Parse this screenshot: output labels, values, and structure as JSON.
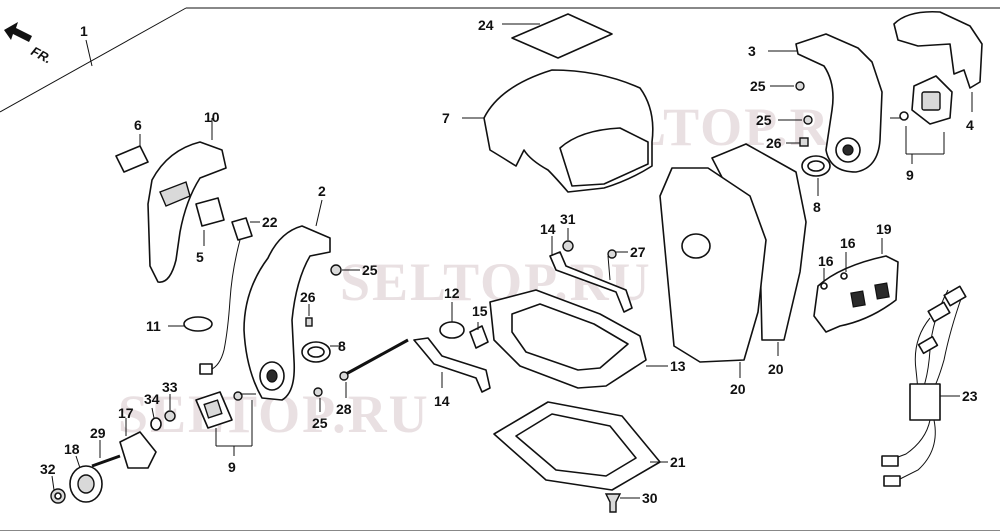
{
  "direction_arrow": {
    "label": "FR.",
    "icon": "arrow-left-icon"
  },
  "watermark": "SELTOP.RU",
  "callouts": {
    "c1": "1",
    "c2": "2",
    "c3": "3",
    "c4": "4",
    "c5": "5",
    "c6": "6",
    "c7": "7",
    "c8a": "8",
    "c8b": "8",
    "c9a": "9",
    "c9b": "9",
    "c10": "10",
    "c11": "11",
    "c12": "12",
    "c13": "13",
    "c14a": "14",
    "c14b": "14",
    "c15": "15",
    "c16a": "16",
    "c16b": "16",
    "c17": "17",
    "c18": "18",
    "c19": "19",
    "c20a": "20",
    "c20b": "20",
    "c21": "21",
    "c22": "22",
    "c23": "23",
    "c24": "24",
    "c25a": "25",
    "c25b": "25",
    "c25c": "25",
    "c25d": "25",
    "c26a": "26",
    "c26b": "26",
    "c27": "27",
    "c28": "28",
    "c29": "29",
    "c30": "30",
    "c31": "31",
    "c32": "32",
    "c33": "33",
    "c34": "34"
  }
}
